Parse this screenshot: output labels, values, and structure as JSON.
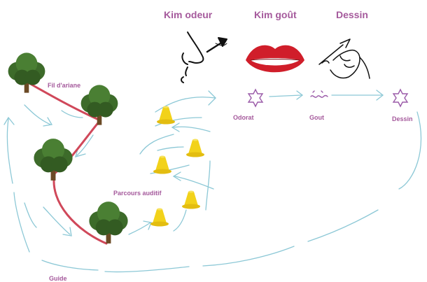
{
  "headings": {
    "kim_odeur": "Kim odeur",
    "kim_gout": "Kim goût",
    "dessin": "Dessin"
  },
  "labels": {
    "fil_ariane": "Fil  d'ariane",
    "odorat": "Odorat",
    "gout": "Gout",
    "dessin": "Dessin",
    "parcours_auditif": "Parcours auditif",
    "guide": "Guide"
  },
  "colors": {
    "text": "#a55a9c",
    "path_arrows": "#8cc8d6",
    "ariadne_thread": "#d0485a",
    "cones": "#f2d21a",
    "star": "#9a5aa8",
    "tree_foliage": "#3d6b2a",
    "tree_trunk": "#6b4a25",
    "lips": "#d01e2a"
  },
  "icons": {
    "nose": "nose-icon",
    "mouth": "mouth-icon",
    "hand": "drawing-hand-icon",
    "star": "star-icon",
    "cone": "cone-icon",
    "tree": "tree-icon"
  }
}
